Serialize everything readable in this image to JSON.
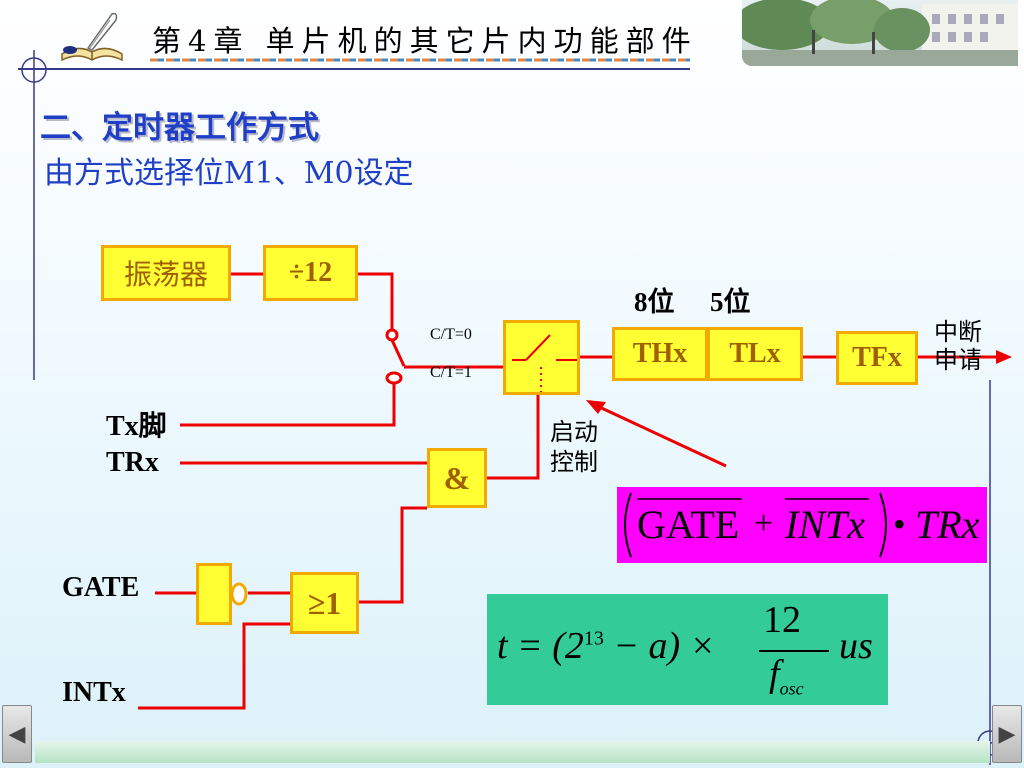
{
  "header": {
    "chapter_title": "第4章  单片机的其它片内功能部件"
  },
  "slide": {
    "section_title": "二、定时器工作方式",
    "subtitle": "由方式选择位M1、M0设定"
  },
  "diagram": {
    "oscillator": "振荡器",
    "divider": "÷12",
    "ct0": "C/T=0",
    "ct1": "C/T=1",
    "bits_high": "8位",
    "bits_low": "5位",
    "thx": "THx",
    "tlx": "TLx",
    "tfx": "TFx",
    "interrupt_request": [
      "中断",
      "申请"
    ],
    "start_control": [
      "启动",
      "控制"
    ],
    "tx_pin": "Tx脚",
    "trx": "TRx",
    "and_gate": "&",
    "or_gate": "≥1",
    "gate": "GATE",
    "intx": "INTx"
  },
  "formulas": {
    "control": {
      "gate": "GATE",
      "plus": "+",
      "intx": "INTx",
      "dot": "•",
      "trx": "TRx"
    },
    "time": {
      "lhs": "t = (2",
      "exp": "13",
      "mid": " − a) ×",
      "num": "12",
      "den": "f",
      "den_sub": "osc",
      "unit": "us"
    }
  },
  "nav": {
    "prev": "◀",
    "next": "▶"
  },
  "colors": {
    "title_blue": "#1f3fc6",
    "wire_red": "#ee0000",
    "box_yellow": "#ffff33",
    "box_border": "#f2a900",
    "box_text": "#a06000",
    "formula_magenta": "#ff00ff",
    "formula_green": "#33cc99"
  }
}
